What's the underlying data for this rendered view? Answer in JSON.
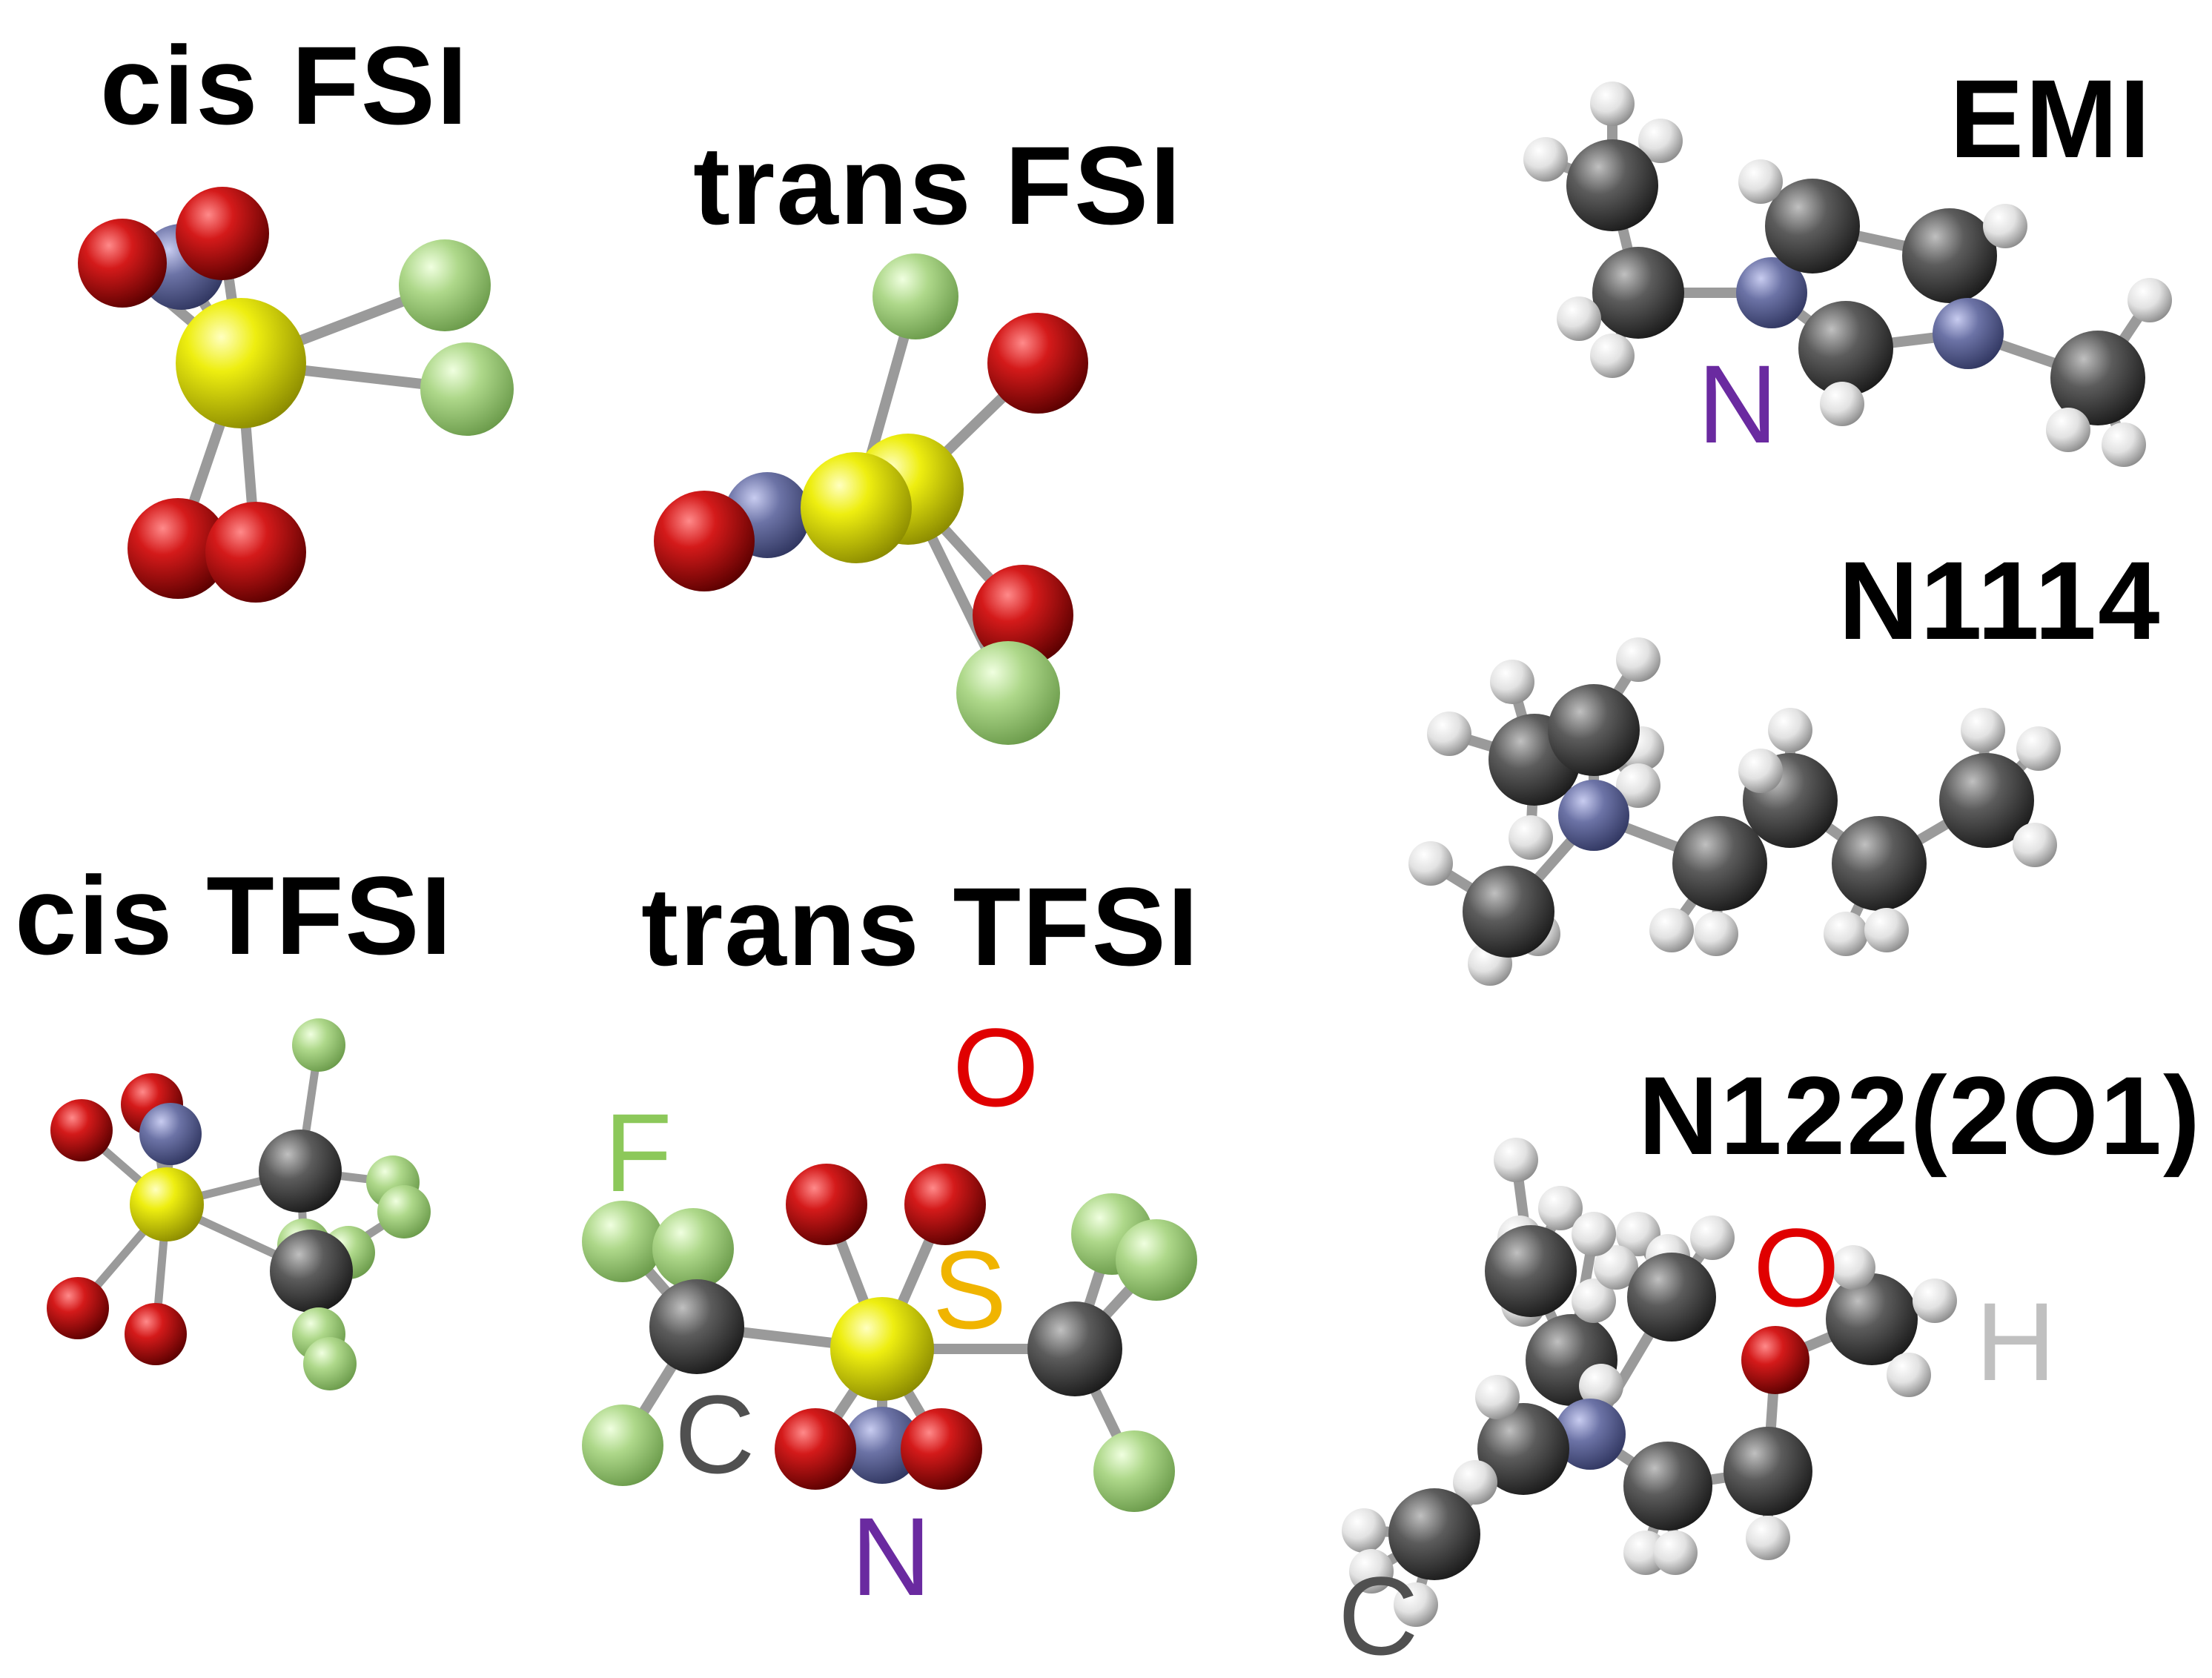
{
  "colors": {
    "title": "#b50000",
    "oxygen": "#c81010",
    "sulfur": "#e6e600",
    "fluorine": "#a6d480",
    "nitrogen": "#6c73a6",
    "carbon": "#5a5a5a",
    "hydrogen": "#e6e6e6",
    "bond": "#9a9a9a",
    "label_F": "#8cc85a",
    "label_O": "#e00000",
    "label_S": "#f0b400",
    "label_C": "#505050",
    "label_N": "#6a2aa0",
    "label_H": "#c0c0c0"
  },
  "titles": {
    "cis_fsi": "cis FSI",
    "trans_fsi": "trans FSI",
    "emi": "EMI",
    "n1114": "N1114",
    "cis_tfsi": "cis TFSI",
    "trans_tfsi": "trans TFSI",
    "n122_2o1": "N122(2O1)"
  },
  "element_labels": {
    "emi_N": "N",
    "tfsi_O": "O",
    "tfsi_F": "F",
    "tfsi_S": "S",
    "tfsi_C": "C",
    "tfsi_N": "N",
    "n122_O": "O",
    "n122_H": "H",
    "n122_C": "C"
  }
}
